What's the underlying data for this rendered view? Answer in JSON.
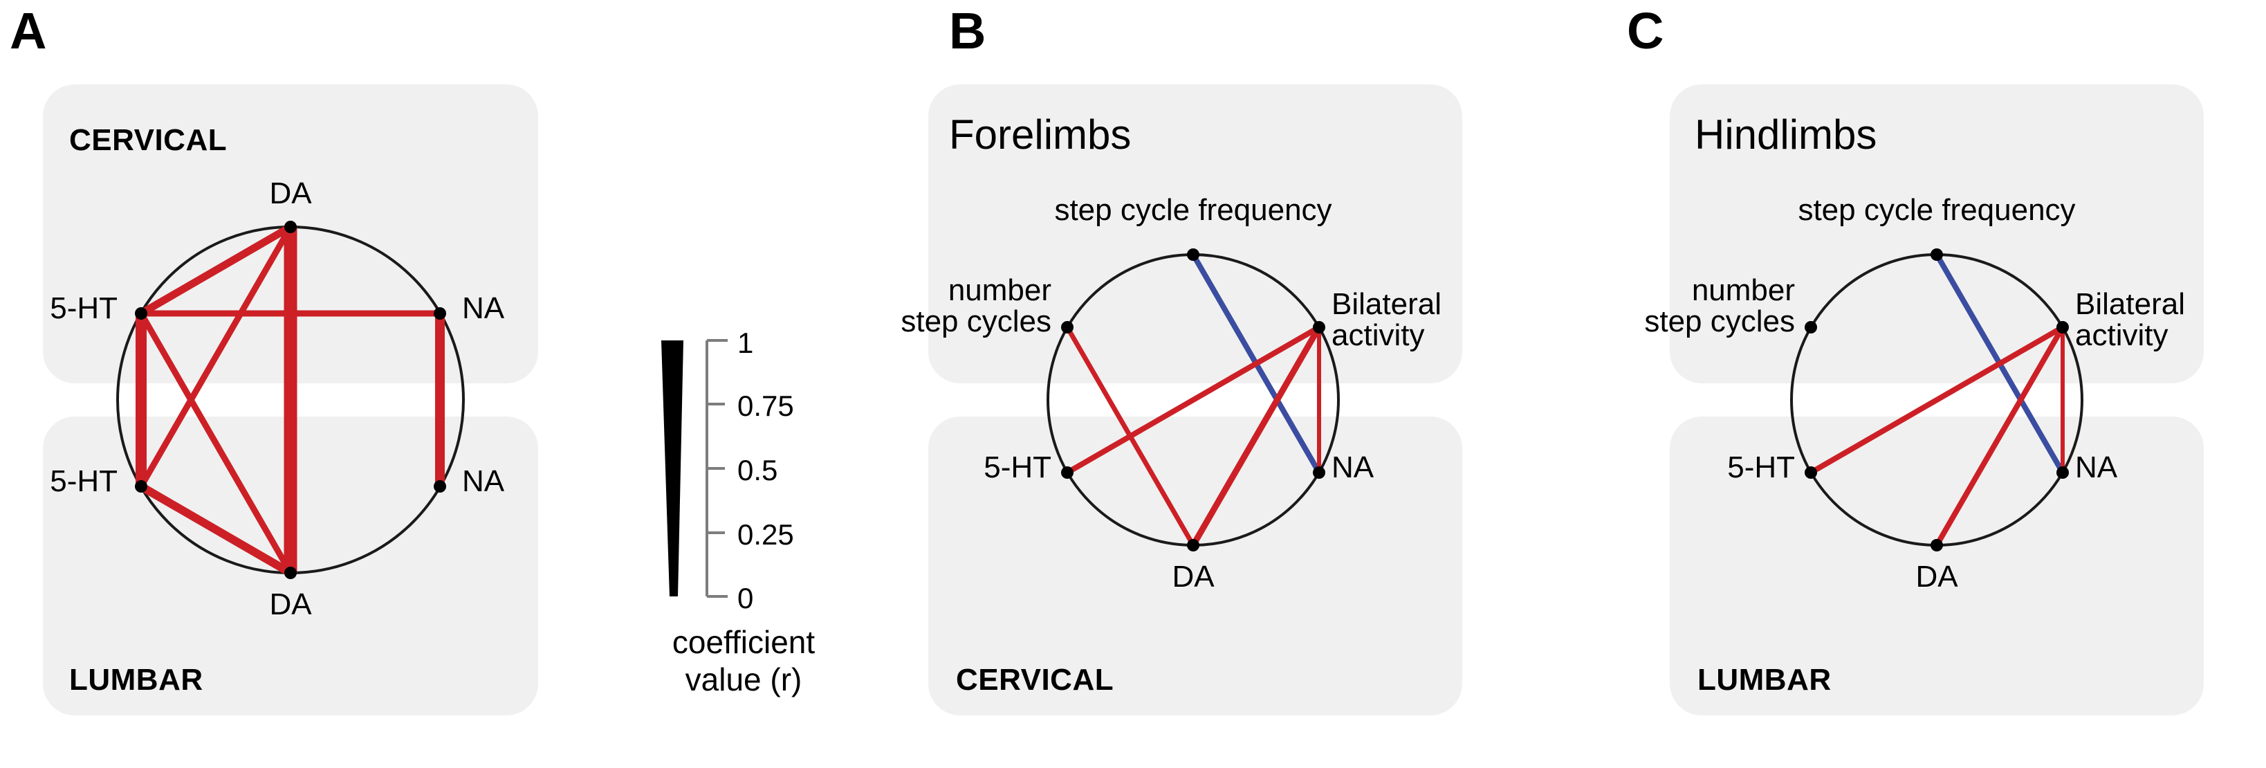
{
  "figure": {
    "background": "#ffffff",
    "region_fill": "#f0f0f0",
    "positive_color": "#cc2026",
    "negative_color": "#3b4da0",
    "circle_color": "#1a1a1a",
    "node_color": "#000000"
  },
  "legend": {
    "caption_line1": "coefficient",
    "caption_line2": "value (r)",
    "ticks": [
      "1",
      "0.75",
      "0.5",
      "0.25",
      "0"
    ],
    "tick_values": [
      1,
      0.75,
      0.5,
      0.25,
      0
    ],
    "wedge_color": "#000000"
  },
  "panels": [
    {
      "letter": "A",
      "title": "",
      "top_region": "CERVICAL",
      "bottom_region": "LUMBAR",
      "nodes": [
        {
          "id": "da_top",
          "label": "DA",
          "pos": "top"
        },
        {
          "id": "na_top",
          "label": "NA",
          "pos": "upper-right"
        },
        {
          "id": "na_bot",
          "label": "NA",
          "pos": "lower-right"
        },
        {
          "id": "da_bot",
          "label": "DA",
          "pos": "bottom"
        },
        {
          "id": "ht_bot",
          "label": "5-HT",
          "pos": "lower-left"
        },
        {
          "id": "ht_top",
          "label": "5-HT",
          "pos": "upper-left"
        }
      ],
      "edges": [
        {
          "from": "ht_top",
          "to": "da_top",
          "sign": "positive",
          "r": 0.55
        },
        {
          "from": "ht_top",
          "to": "na_top",
          "sign": "positive",
          "r": 0.45
        },
        {
          "from": "ht_top",
          "to": "ht_bot",
          "sign": "positive",
          "r": 0.8
        },
        {
          "from": "ht_top",
          "to": "da_bot",
          "sign": "positive",
          "r": 0.55
        },
        {
          "from": "da_top",
          "to": "da_bot",
          "sign": "positive",
          "r": 0.95
        },
        {
          "from": "da_top",
          "to": "ht_bot",
          "sign": "positive",
          "r": 0.55
        },
        {
          "from": "na_top",
          "to": "na_bot",
          "sign": "positive",
          "r": 0.7
        },
        {
          "from": "ht_bot",
          "to": "da_bot",
          "sign": "positive",
          "r": 0.62
        }
      ]
    },
    {
      "letter": "B",
      "title": "Forelimbs",
      "top_region": "",
      "bottom_region": "CERVICAL",
      "nodes": [
        {
          "id": "scf",
          "label": "step cycle frequency",
          "pos": "top"
        },
        {
          "id": "bila",
          "label": "Bilateral\nactivity",
          "pos": "upper-right"
        },
        {
          "id": "na",
          "label": "NA",
          "pos": "lower-right"
        },
        {
          "id": "da",
          "label": "DA",
          "pos": "bottom"
        },
        {
          "id": "ht",
          "label": "5-HT",
          "pos": "lower-left"
        },
        {
          "id": "nsc",
          "label": "number\nstep cycles",
          "pos": "upper-left"
        }
      ],
      "edges": [
        {
          "from": "scf",
          "to": "na",
          "sign": "negative",
          "r": 0.45
        },
        {
          "from": "nsc",
          "to": "da",
          "sign": "positive",
          "r": 0.4
        },
        {
          "from": "bila",
          "to": "ht",
          "sign": "positive",
          "r": 0.45
        },
        {
          "from": "bila",
          "to": "da",
          "sign": "positive",
          "r": 0.5
        },
        {
          "from": "bila",
          "to": "na",
          "sign": "positive",
          "r": 0.35
        }
      ]
    },
    {
      "letter": "C",
      "title": "Hindlimbs",
      "top_region": "",
      "bottom_region": "LUMBAR",
      "nodes": [
        {
          "id": "scf",
          "label": "step cycle frequency",
          "pos": "top"
        },
        {
          "id": "bila",
          "label": "Bilateral\nactivity",
          "pos": "upper-right"
        },
        {
          "id": "na",
          "label": "NA",
          "pos": "lower-right"
        },
        {
          "id": "da",
          "label": "DA",
          "pos": "bottom"
        },
        {
          "id": "ht",
          "label": "5-HT",
          "pos": "lower-left"
        },
        {
          "id": "nsc",
          "label": "number\nstep cycles",
          "pos": "upper-left"
        }
      ],
      "edges": [
        {
          "from": "scf",
          "to": "na",
          "sign": "negative",
          "r": 0.45
        },
        {
          "from": "bila",
          "to": "ht",
          "sign": "positive",
          "r": 0.42
        },
        {
          "from": "bila",
          "to": "da",
          "sign": "positive",
          "r": 0.42
        },
        {
          "from": "bila",
          "to": "na",
          "sign": "positive",
          "r": 0.3
        }
      ]
    }
  ],
  "chart_data": {
    "type": "network",
    "title": "",
    "legend_scale": {
      "min": 0,
      "max": 1,
      "ticks": [
        0,
        0.25,
        0.5,
        0.75,
        1
      ],
      "label": "coefficient value (r)"
    },
    "edge_encoding": {
      "width": "magnitude of r",
      "color_positive": "#cc2026",
      "color_negative": "#3b4da0"
    }
  }
}
